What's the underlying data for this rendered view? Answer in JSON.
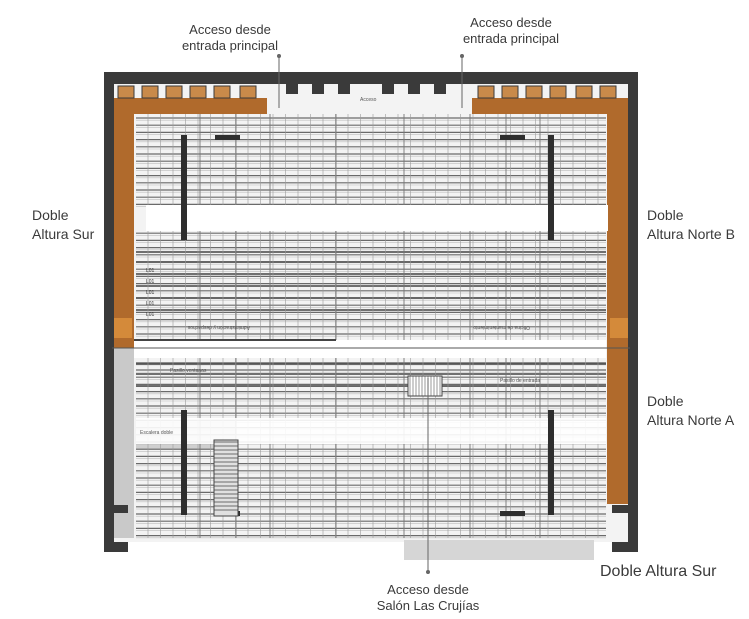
{
  "labels": {
    "access_top_left": [
      "Acceso desde",
      "entrada principal"
    ],
    "access_top_right": [
      "Acceso desde",
      "entrada principal"
    ],
    "access_bottom": [
      "Acceso desde",
      "Salón Las Crujías"
    ],
    "left_upper": [
      "Doble",
      "Altura Sur"
    ],
    "right_upper": [
      "Doble",
      "Altura Norte B"
    ],
    "right_middle": [
      "Doble",
      "Altura Norte A"
    ],
    "bottom_right": "Doble Altura Sur"
  },
  "plan_annotations": {
    "center_top": "Acceso",
    "room_left": "Administración y despachos",
    "room_right": "Oficina de mantenimiento",
    "corridor_left": "Pasillo ventanas",
    "corridor_right": "Pasillo de entrada",
    "stair_label": "Escalera doble",
    "row_tags": [
      "L01",
      "L01",
      "L01",
      "L01",
      "L01"
    ]
  },
  "colors": {
    "wall": "#3a3a3a",
    "doble_altura": "#b06a2c",
    "doble_altura_light": "#c98a4a",
    "shelving": "#555555",
    "grid": "#9a9a9a",
    "band": "#d4d4d4",
    "grey_zone": "#c9c9c9"
  }
}
